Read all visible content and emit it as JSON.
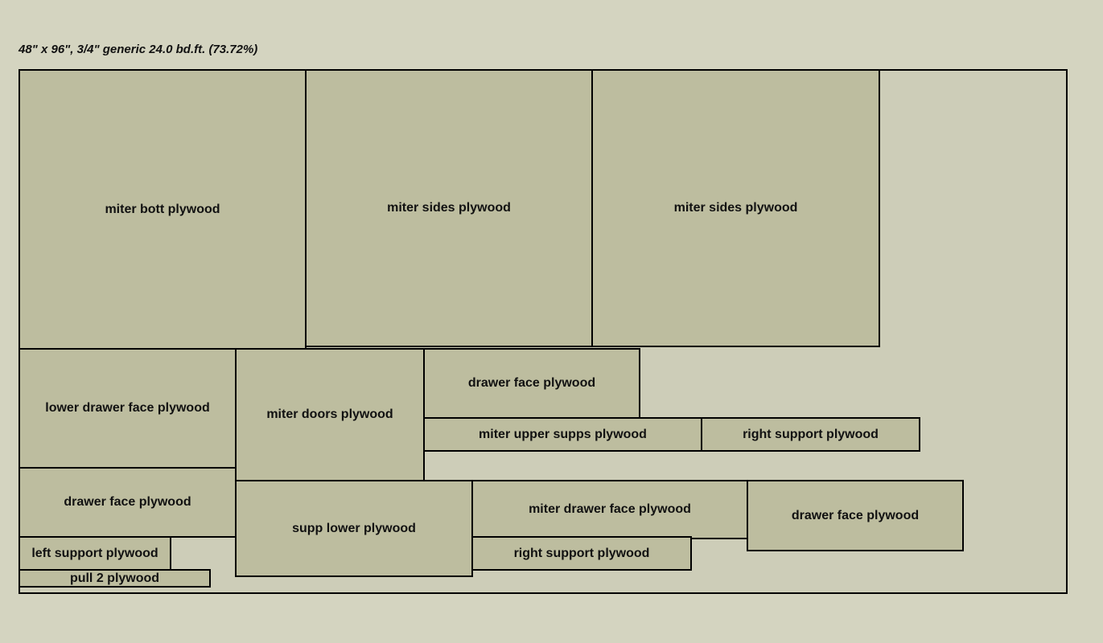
{
  "sheet": {
    "title": "48\" x 96\", 3/4\" generic 24.0 bd.ft. (73.72%)"
  },
  "parts": [
    {
      "label": "miter bott plywood"
    },
    {
      "label": "miter sides plywood"
    },
    {
      "label": "miter sides plywood"
    },
    {
      "label": "lower drawer face plywood"
    },
    {
      "label": "miter doors plywood"
    },
    {
      "label": "drawer face plywood"
    },
    {
      "label": "miter upper supps plywood"
    },
    {
      "label": "right support plywood"
    },
    {
      "label": "drawer face plywood"
    },
    {
      "label": "supp lower plywood"
    },
    {
      "label": "miter drawer face plywood"
    },
    {
      "label": "drawer face plywood"
    },
    {
      "label": "left support plywood"
    },
    {
      "label": "right support plywood"
    },
    {
      "label": "pull 2 plywood"
    }
  ],
  "colors": {
    "background": "#d4d4c0",
    "sheet": "#cdcdb8",
    "part": "#bdbd9f",
    "outline": "#000000"
  }
}
